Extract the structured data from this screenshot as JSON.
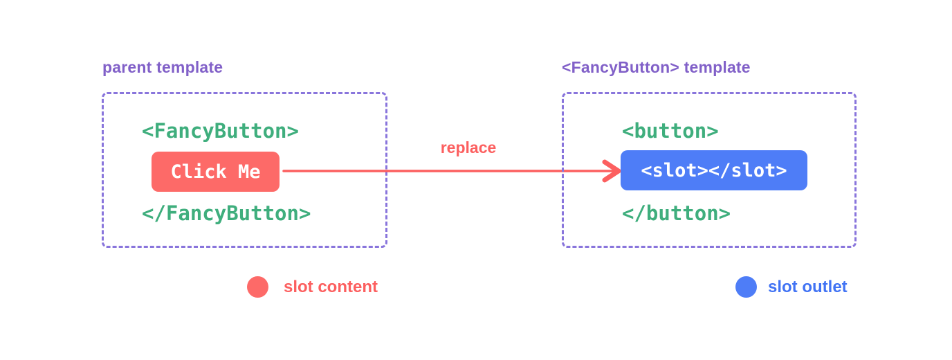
{
  "colors": {
    "purple_title": "#8160c8",
    "purple_border": "#8975dc",
    "green_code": "#3fae7d",
    "coral_red": "#fd6a68",
    "blue": "#4e7df7",
    "chip_text_white": "#ffffff"
  },
  "parent_panel": {
    "title": "parent template",
    "open_tag": "<FancyButton>",
    "slot_content_label": "Click Me",
    "close_tag": "</FancyButton>"
  },
  "arrow": {
    "label": "replace"
  },
  "fancy_button_panel": {
    "title": "<FancyButton> template",
    "open_tag": "<button>",
    "slot_outlet_label": "<slot></slot>",
    "close_tag": "</button>"
  },
  "legend": {
    "slot_content": {
      "label": "slot content",
      "color": "#fd6a68"
    },
    "slot_outlet": {
      "label": "slot outlet",
      "color": "#4e7df7"
    }
  }
}
